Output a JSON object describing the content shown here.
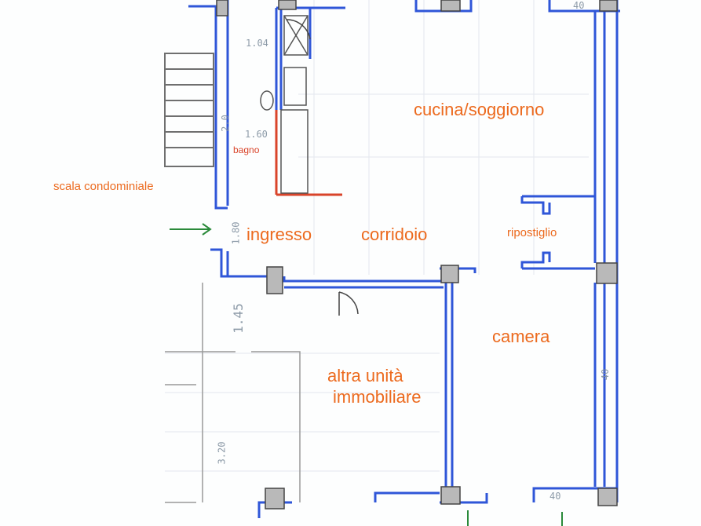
{
  "rooms": {
    "kitchen_living": "cucina/soggiorno",
    "bathroom": "bagno",
    "stairs": "scala condominiale",
    "entrance": "ingresso",
    "corridor": "corridoio",
    "storage": "ripostiglio",
    "bedroom": "camera",
    "other_unit_line1": "altra unità",
    "other_unit_line2": "immobiliare"
  },
  "dimensions": {
    "top_right": "40",
    "bath_top": "1.04",
    "bath_mid": "1.60",
    "stair_side": "2.0",
    "entrance_side": "1.80",
    "lower_left": "1.45",
    "bedroom_side": "40",
    "bottom_right": "40",
    "bottom_left": "3.20"
  },
  "colors": {
    "wall_blue": "#2f56d8",
    "label_orange": "#ec6a1e",
    "bath_red": "#d9442a",
    "arrow_green": "#2a8a3a"
  }
}
